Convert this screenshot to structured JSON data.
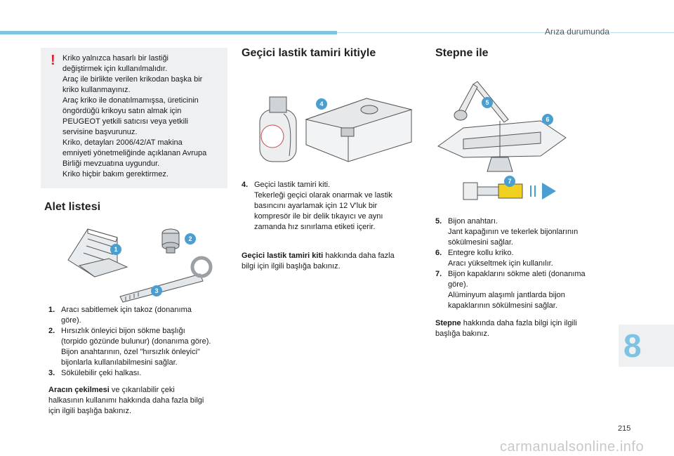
{
  "header": {
    "section": "Arıza durumunda"
  },
  "warning": {
    "mark": "!",
    "lines": [
      "Kriko yalnızca hasarlı bir lastiği",
      "değiştirmek için kullanılmalıdır.",
      "Araç ile birlikte verilen krikodan başka bir",
      "kriko kullanmayınız.",
      "Araç kriko ile donatılmamışsa, üreticinin",
      "öngördüğü krikoyu satın almak için",
      "PEUGEOT yetkili satıcısı veya yetkili",
      "servisine başvurunuz.",
      "Kriko, detayları 2006/42/AT makina",
      "emniyeti yönetmeliğinde açıklanan Avrupa",
      "Birliği mevzuatına uygundur.",
      "Kriko hiçbir bakım gerektirmez."
    ]
  },
  "tools": {
    "heading": "Alet listesi",
    "badges": [
      "1",
      "2",
      "3"
    ],
    "items": [
      {
        "num": "1.",
        "lines": [
          "Aracı sabitlemek için takoz (donanıma",
          "göre)."
        ]
      },
      {
        "num": "2.",
        "lines": [
          "Hırsızlık önleyici bijon sökme başlığı",
          "(torpido gözünde bulunur) (donanıma göre).",
          "Bijon anahtarının, özel \"hırsızlık önleyici\"",
          "bijonlarla kullanılabilmesini sağlar."
        ]
      },
      {
        "num": "3.",
        "lines": [
          "Sökülebilir çeki halkası."
        ]
      }
    ],
    "note_bold": "Aracın çekilmesi",
    "note_rest": " ve çıkarılabilir çeki",
    "note_lines": [
      "halkasının kullanımı hakkında daha fazla bilgi",
      "için ilgili başlığa bakınız."
    ]
  },
  "repair_kit": {
    "heading": "Geçici lastik tamiri kitiyle",
    "badges": [
      "4"
    ],
    "items": [
      {
        "num": "4.",
        "lines": [
          "Geçici lastik tamiri kiti.",
          "Tekerleği geçici olarak onarmak ve lastik",
          "basıncını ayarlamak için 12 V'luk bir",
          "kompresör ile bir delik tıkayıcı ve aynı",
          "zamanda hız sınırlama etiketi içerir."
        ]
      }
    ],
    "note_bold": "Geçici lastik tamiri kiti",
    "note_rest": " hakkında daha fazla",
    "note_lines": [
      "bilgi için ilgili başlığa bakınız."
    ]
  },
  "spare": {
    "heading": "Stepne ile",
    "badges": [
      "5",
      "6",
      "7"
    ],
    "items": [
      {
        "num": "5.",
        "lines": [
          "Bijon anahtarı.",
          "Jant kapağının ve tekerlek bijonlarının",
          "sökülmesini sağlar."
        ]
      },
      {
        "num": "6.",
        "lines": [
          "Entegre kollu kriko.",
          "Aracı yükseltmek için kullanılır."
        ]
      },
      {
        "num": "7.",
        "lines": [
          "Bijon kapaklarını sökme aleti (donanıma",
          "göre).",
          "Alüminyum alaşımlı jantlarda bijon",
          "kapaklarının sökülmesini sağlar."
        ]
      }
    ],
    "note_bold": "Stepne",
    "note_rest": " hakkında daha fazla bilgi için ilgili",
    "note_lines": [
      "başlığa bakınız."
    ]
  },
  "chapter": "8",
  "page_number": "215",
  "watermark": "carmanualsonline.info",
  "colors": {
    "accent": "#7fc3e3",
    "badge": "#4a9fd0",
    "warning": "#e0202c",
    "panel": "#eef0f1"
  }
}
